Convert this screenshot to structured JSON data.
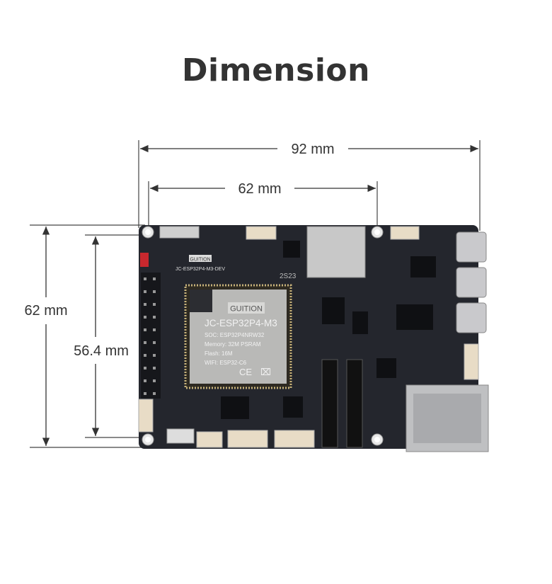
{
  "title": "Dimension",
  "dimensions": {
    "overall_width": "92 mm",
    "hole_spacing_width": "62 mm",
    "overall_height": "62 mm",
    "hole_spacing_height": "56.4 mm"
  },
  "board": {
    "brand_logo": "GUITION",
    "silkscreen_label": "JC-ESP32P4-M3-DEV",
    "silkscreen_code": "2S23",
    "module": {
      "brand": "GUITION",
      "model": "JC-ESP32P4-M3",
      "soc": "SOC:  ESP32P4NRW32",
      "memory": "Memory:  32M PSRAM",
      "flash": "Flash:  16M",
      "wifi": "WIFI:  ESP32-C6",
      "marks": "CE"
    }
  },
  "colors": {
    "board": "#24262d",
    "module": "#b9b9b7",
    "text": "#333333"
  }
}
